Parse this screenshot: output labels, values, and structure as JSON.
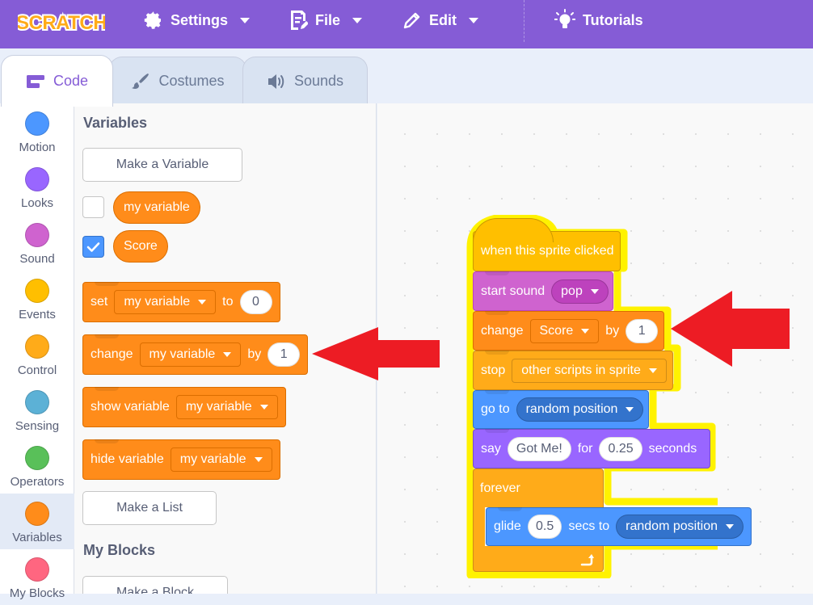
{
  "menubar": {
    "logo_text": "SCRATCH",
    "settings_label": "Settings",
    "file_label": "File",
    "edit_label": "Edit",
    "tutorials_label": "Tutorials"
  },
  "tabs": {
    "code_label": "Code",
    "costumes_label": "Costumes",
    "sounds_label": "Sounds"
  },
  "categories": [
    {
      "label": "Motion",
      "color": "#4c97ff"
    },
    {
      "label": "Looks",
      "color": "#9966ff"
    },
    {
      "label": "Sound",
      "color": "#cf63cf"
    },
    {
      "label": "Events",
      "color": "#ffbf00"
    },
    {
      "label": "Control",
      "color": "#ffab19"
    },
    {
      "label": "Sensing",
      "color": "#5cb1d6"
    },
    {
      "label": "Operators",
      "color": "#59c059"
    },
    {
      "label": "Variables",
      "color": "#ff8c1a"
    },
    {
      "label": "My Blocks",
      "color": "#ff6680"
    }
  ],
  "palette": {
    "variables_heading": "Variables",
    "make_variable_label": "Make a Variable",
    "var_my_variable": "my variable",
    "var_score": "Score",
    "my_variable_checked": false,
    "score_checked": true,
    "set_block": {
      "label": "set",
      "var": "my variable",
      "to_label": "to",
      "value": "0"
    },
    "change_block": {
      "label": "change",
      "var": "my variable",
      "by_label": "by",
      "value": "1"
    },
    "show_block": {
      "label": "show variable",
      "var": "my variable"
    },
    "hide_block": {
      "label": "hide variable",
      "var": "my variable"
    },
    "make_list_label": "Make a List",
    "my_blocks_heading": "My Blocks",
    "make_block_label": "Make a Block"
  },
  "script": {
    "hat": "when this sprite clicked",
    "start_sound": {
      "label": "start sound",
      "sound": "pop"
    },
    "change": {
      "label": "change",
      "var": "Score",
      "by_label": "by",
      "value": "1"
    },
    "stop": {
      "label": "stop",
      "option": "other scripts in sprite"
    },
    "goto": {
      "label": "go to",
      "target": "random position"
    },
    "say": {
      "label": "say",
      "message": "Got Me!",
      "for_label": "for",
      "secs": "0.25",
      "seconds_label": "seconds"
    },
    "forever": "forever",
    "glide": {
      "label": "glide",
      "secs": "0.5",
      "secs_label": "secs to",
      "target": "random position"
    }
  },
  "colors": {
    "menubar": "#855cd6",
    "highlight_glow": "#fff200",
    "annotation_arrow": "#ed1c24"
  }
}
